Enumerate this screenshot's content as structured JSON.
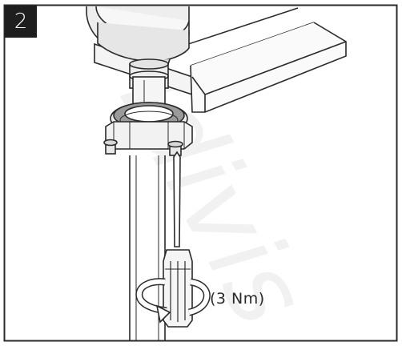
{
  "step": {
    "number": "2"
  },
  "annotation": {
    "torque": "(3 Nm)"
  },
  "watermark": {
    "text": "Idivis"
  },
  "icons": [
    "rotate-arrow-icon",
    "screwdriver-icon"
  ],
  "colors": {
    "line": "#2a2a2a",
    "badge_bg": "#1e1e1e",
    "light_fill": "#f2f2f2",
    "shade": "#9a9a9a"
  }
}
